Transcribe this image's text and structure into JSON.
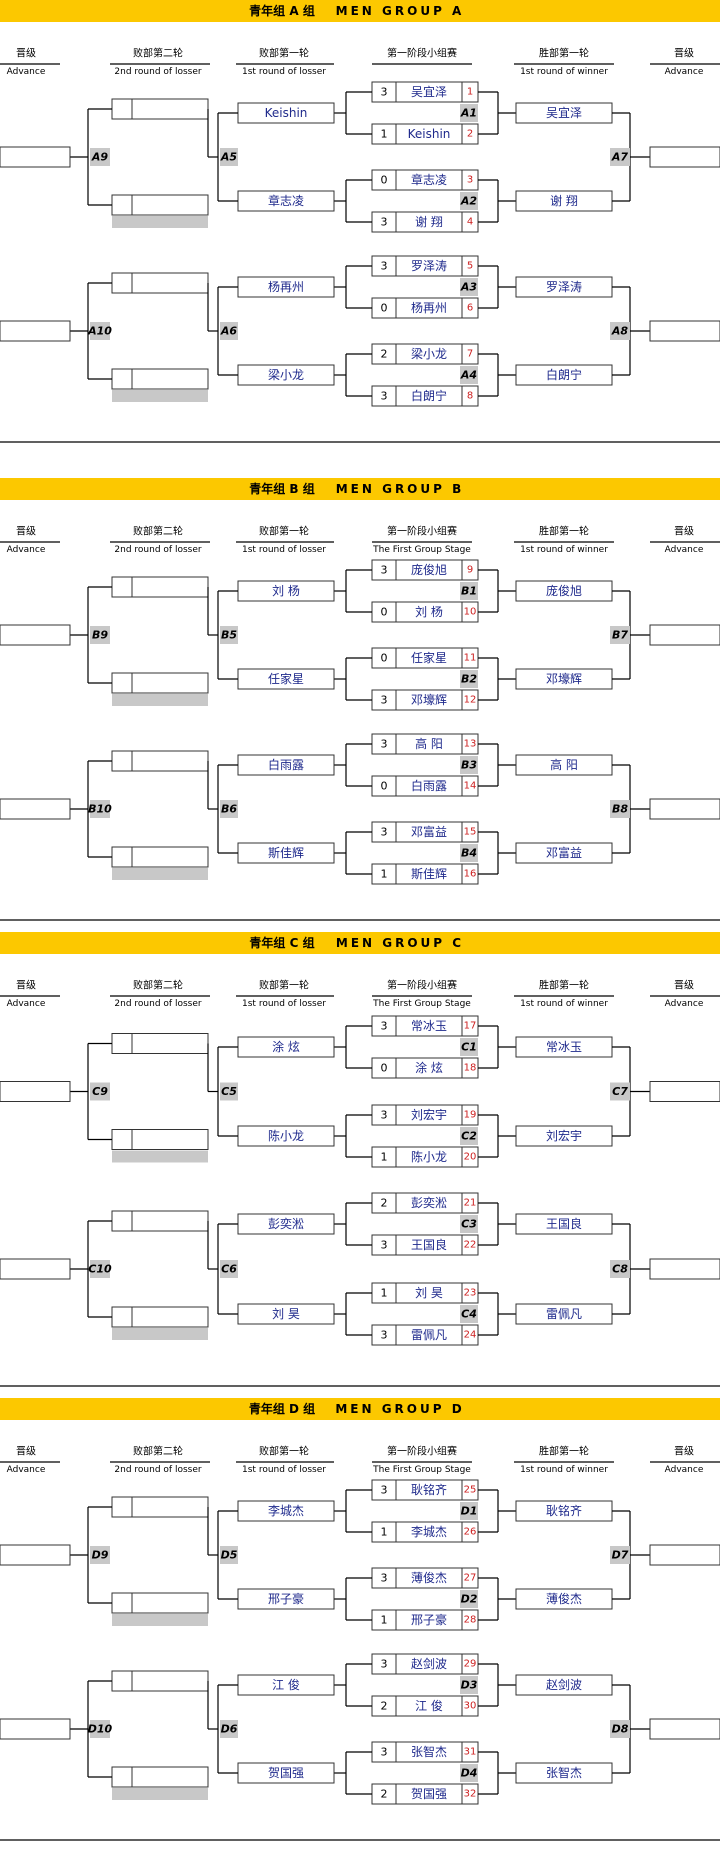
{
  "colors": {
    "header_bar": "#fcc800",
    "name_text": "#1f2a8c",
    "seed_text": "#cc1f1f",
    "box_stroke": "#333333",
    "label_fill": "#c8c8c8",
    "line": "#000000"
  },
  "groups": [
    {
      "title": "青年组 A 组",
      "title_en": "MEN  GROUP  A",
      "col_advance_cn": "晋级",
      "col_advance_en": "Advance",
      "col_losser2_cn": "败部第二轮",
      "col_losser2_en": "2nd round of losser",
      "col_losser1_cn": "败部第一轮",
      "col_losser1_en": "1st round of losser",
      "col_stage_cn": "第一阶段小组赛",
      "col_stage_en": "",
      "col_winner1_cn": "胜部第一轮",
      "col_winner1_en": "1st round of winner",
      "col_advance_r_cn": "晋级",
      "col_advance_r_en": "Advance",
      "matches": [
        {
          "label": "A1",
          "players": [
            {
              "score": "3",
              "name": "吴宜泽",
              "seed": "1"
            },
            {
              "score": "1",
              "name": "Keishin",
              "seed": "2"
            }
          ]
        },
        {
          "label": "A2",
          "players": [
            {
              "score": "0",
              "name": "章志凌",
              "seed": "3"
            },
            {
              "score": "3",
              "name": "谢 翔",
              "seed": "4"
            }
          ]
        },
        {
          "label": "A3",
          "players": [
            {
              "score": "3",
              "name": "罗泽涛",
              "seed": "5"
            },
            {
              "score": "0",
              "name": "杨再州",
              "seed": "6"
            }
          ]
        },
        {
          "label": "A4",
          "players": [
            {
              "score": "2",
              "name": "梁小龙",
              "seed": "7"
            },
            {
              "score": "3",
              "name": "白朗宁",
              "seed": "8"
            }
          ]
        }
      ],
      "losers_r1": [
        "Keishin",
        "章志凌",
        "杨再州",
        "梁小龙"
      ],
      "winners_r1": [
        "吴宜泽",
        "谢 翔",
        "罗泽涛",
        "白朗宁"
      ],
      "labels": {
        "l5": "A5",
        "l6": "A6",
        "l9": "A9",
        "l10": "A10",
        "w7": "A7",
        "w8": "A8"
      }
    },
    {
      "title": "青年组 B 组",
      "title_en": "MEN  GROUP  B",
      "col_advance_cn": "晋级",
      "col_advance_en": "Advance",
      "col_losser2_cn": "败部第二轮",
      "col_losser2_en": "2nd round of losser",
      "col_losser1_cn": "败部第一轮",
      "col_losser1_en": "1st round of losser",
      "col_stage_cn": "第一阶段小组赛",
      "col_stage_en": "The First Group Stage",
      "col_winner1_cn": "胜部第一轮",
      "col_winner1_en": "1st round of winner",
      "col_advance_r_cn": "晋级",
      "col_advance_r_en": "Advance",
      "matches": [
        {
          "label": "B1",
          "players": [
            {
              "score": "3",
              "name": "庞俊旭",
              "seed": "9"
            },
            {
              "score": "0",
              "name": "刘 杨",
              "seed": "10"
            }
          ]
        },
        {
          "label": "B2",
          "players": [
            {
              "score": "0",
              "name": "任家星",
              "seed": "11"
            },
            {
              "score": "3",
              "name": "邓壕辉",
              "seed": "12"
            }
          ]
        },
        {
          "label": "B3",
          "players": [
            {
              "score": "3",
              "name": "高 阳",
              "seed": "13"
            },
            {
              "score": "0",
              "name": "白雨露",
              "seed": "14"
            }
          ]
        },
        {
          "label": "B4",
          "players": [
            {
              "score": "3",
              "name": "邓富益",
              "seed": "15"
            },
            {
              "score": "1",
              "name": "斯佳辉",
              "seed": "16"
            }
          ]
        }
      ],
      "losers_r1": [
        "刘 杨",
        "任家星",
        "白雨露",
        "斯佳辉"
      ],
      "winners_r1": [
        "庞俊旭",
        "邓壕辉",
        "高 阳",
        "邓富益"
      ],
      "labels": {
        "l5": "B5",
        "l6": "B6",
        "l9": "B9",
        "l10": "B10",
        "w7": "B7",
        "w8": "B8"
      }
    },
    {
      "title": "青年组 C 组",
      "title_en": "MEN  GROUP  C",
      "col_advance_cn": "晋级",
      "col_advance_en": "Advance",
      "col_losser2_cn": "败部第二轮",
      "col_losser2_en": "2nd round of losser",
      "col_losser1_cn": "败部第一轮",
      "col_losser1_en": "1st round of losser",
      "col_stage_cn": "第一阶段小组赛",
      "col_stage_en": "The First Group Stage",
      "col_winner1_cn": "胜部第一轮",
      "col_winner1_en": "1st round of winner",
      "col_advance_r_cn": "晋级",
      "col_advance_r_en": "Advance",
      "matches": [
        {
          "label": "C1",
          "players": [
            {
              "score": "3",
              "name": "常冰玉",
              "seed": "17"
            },
            {
              "score": "0",
              "name": "涂 炫",
              "seed": "18"
            }
          ]
        },
        {
          "label": "C2",
          "players": [
            {
              "score": "3",
              "name": "刘宏宇",
              "seed": "19"
            },
            {
              "score": "1",
              "name": "陈小龙",
              "seed": "20"
            }
          ]
        },
        {
          "label": "C3",
          "players": [
            {
              "score": "2",
              "name": "彭奕淞",
              "seed": "21"
            },
            {
              "score": "3",
              "name": "王国良",
              "seed": "22"
            }
          ]
        },
        {
          "label": "C4",
          "players": [
            {
              "score": "1",
              "name": "刘 昊",
              "seed": "23"
            },
            {
              "score": "3",
              "name": "雷佩凡",
              "seed": "24"
            }
          ]
        }
      ],
      "losers_r1": [
        "涂 炫",
        "陈小龙",
        "彭奕淞",
        "刘 昊"
      ],
      "winners_r1": [
        "常冰玉",
        "刘宏宇",
        "王国良",
        "雷佩凡"
      ],
      "labels": {
        "l5": "C5",
        "l6": "C6",
        "l9": "C9",
        "l10": "C10",
        "w7": "C7",
        "w8": "C8"
      }
    },
    {
      "title": "青年组 D 组",
      "title_en": "MEN  GROUP  D",
      "col_advance_cn": "晋级",
      "col_advance_en": "Advance",
      "col_losser2_cn": "败部第二轮",
      "col_losser2_en": "2nd round of losser",
      "col_losser1_cn": "败部第一轮",
      "col_losser1_en": "1st round of losser",
      "col_stage_cn": "第一阶段小组赛",
      "col_stage_en": "The First Group Stage",
      "col_winner1_cn": "胜部第一轮",
      "col_winner1_en": "1st round of winner",
      "col_advance_r_cn": "晋级",
      "col_advance_r_en": "Advance",
      "matches": [
        {
          "label": "D1",
          "players": [
            {
              "score": "3",
              "name": "耿铭齐",
              "seed": "25"
            },
            {
              "score": "1",
              "name": "李城杰",
              "seed": "26"
            }
          ]
        },
        {
          "label": "D2",
          "players": [
            {
              "score": "3",
              "name": "薄俊杰",
              "seed": "27"
            },
            {
              "score": "1",
              "name": "邢子豪",
              "seed": "28"
            }
          ]
        },
        {
          "label": "D3",
          "players": [
            {
              "score": "3",
              "name": "赵剑波",
              "seed": "29"
            },
            {
              "score": "2",
              "name": "江 俊",
              "seed": "30"
            }
          ]
        },
        {
          "label": "D4",
          "players": [
            {
              "score": "3",
              "name": "张智杰",
              "seed": "31"
            },
            {
              "score": "2",
              "name": "贺国强",
              "seed": "32"
            }
          ]
        }
      ],
      "losers_r1": [
        "李城杰",
        "邢子豪",
        "江 俊",
        "贺国强"
      ],
      "winners_r1": [
        "耿铭齐",
        "薄俊杰",
        "赵剑波",
        "张智杰"
      ],
      "labels": {
        "l5": "D5",
        "l6": "D6",
        "l9": "D9",
        "l10": "D10",
        "w7": "D7",
        "w8": "D8"
      }
    }
  ]
}
